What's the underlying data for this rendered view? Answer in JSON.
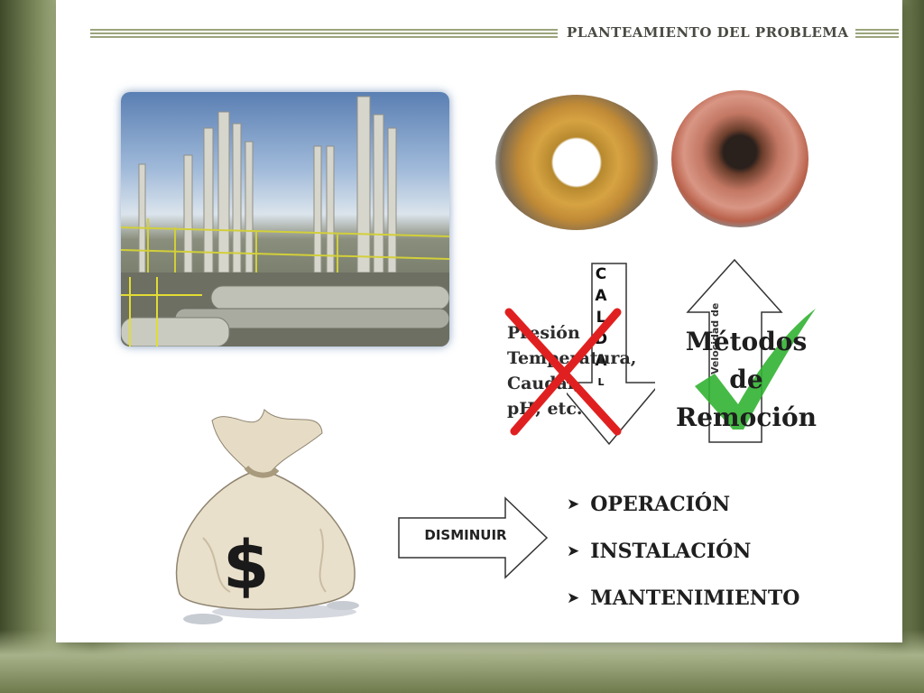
{
  "slide": {
    "title": "PLANTEAMIENTO DEL PROBLEMA"
  },
  "scale_diagram": {
    "down_arrow_letters": [
      "C",
      "A",
      "L",
      "D",
      "A",
      "L"
    ],
    "crossed_parameters": [
      "Presión",
      "Temperatura,",
      "Caudal,",
      "pH, etc."
    ],
    "up_arrow_label": "Velocidad de",
    "methods_label_lines": [
      "Métodos",
      "de",
      "Remoción"
    ]
  },
  "cost_section": {
    "arrow_label": "DISMINUIR",
    "bullets": [
      "OPERACIÓN",
      "INSTALACIÓN",
      "MANTENIMIENTO"
    ]
  },
  "colors": {
    "cross": "#e02020",
    "check": "#32b332",
    "frame": "#7d8a5c"
  },
  "icons": {
    "cross": "cross-mark-icon",
    "check": "check-mark-icon",
    "bullet": "arrowhead-bullet-icon",
    "money": "dollar-sign-icon"
  }
}
